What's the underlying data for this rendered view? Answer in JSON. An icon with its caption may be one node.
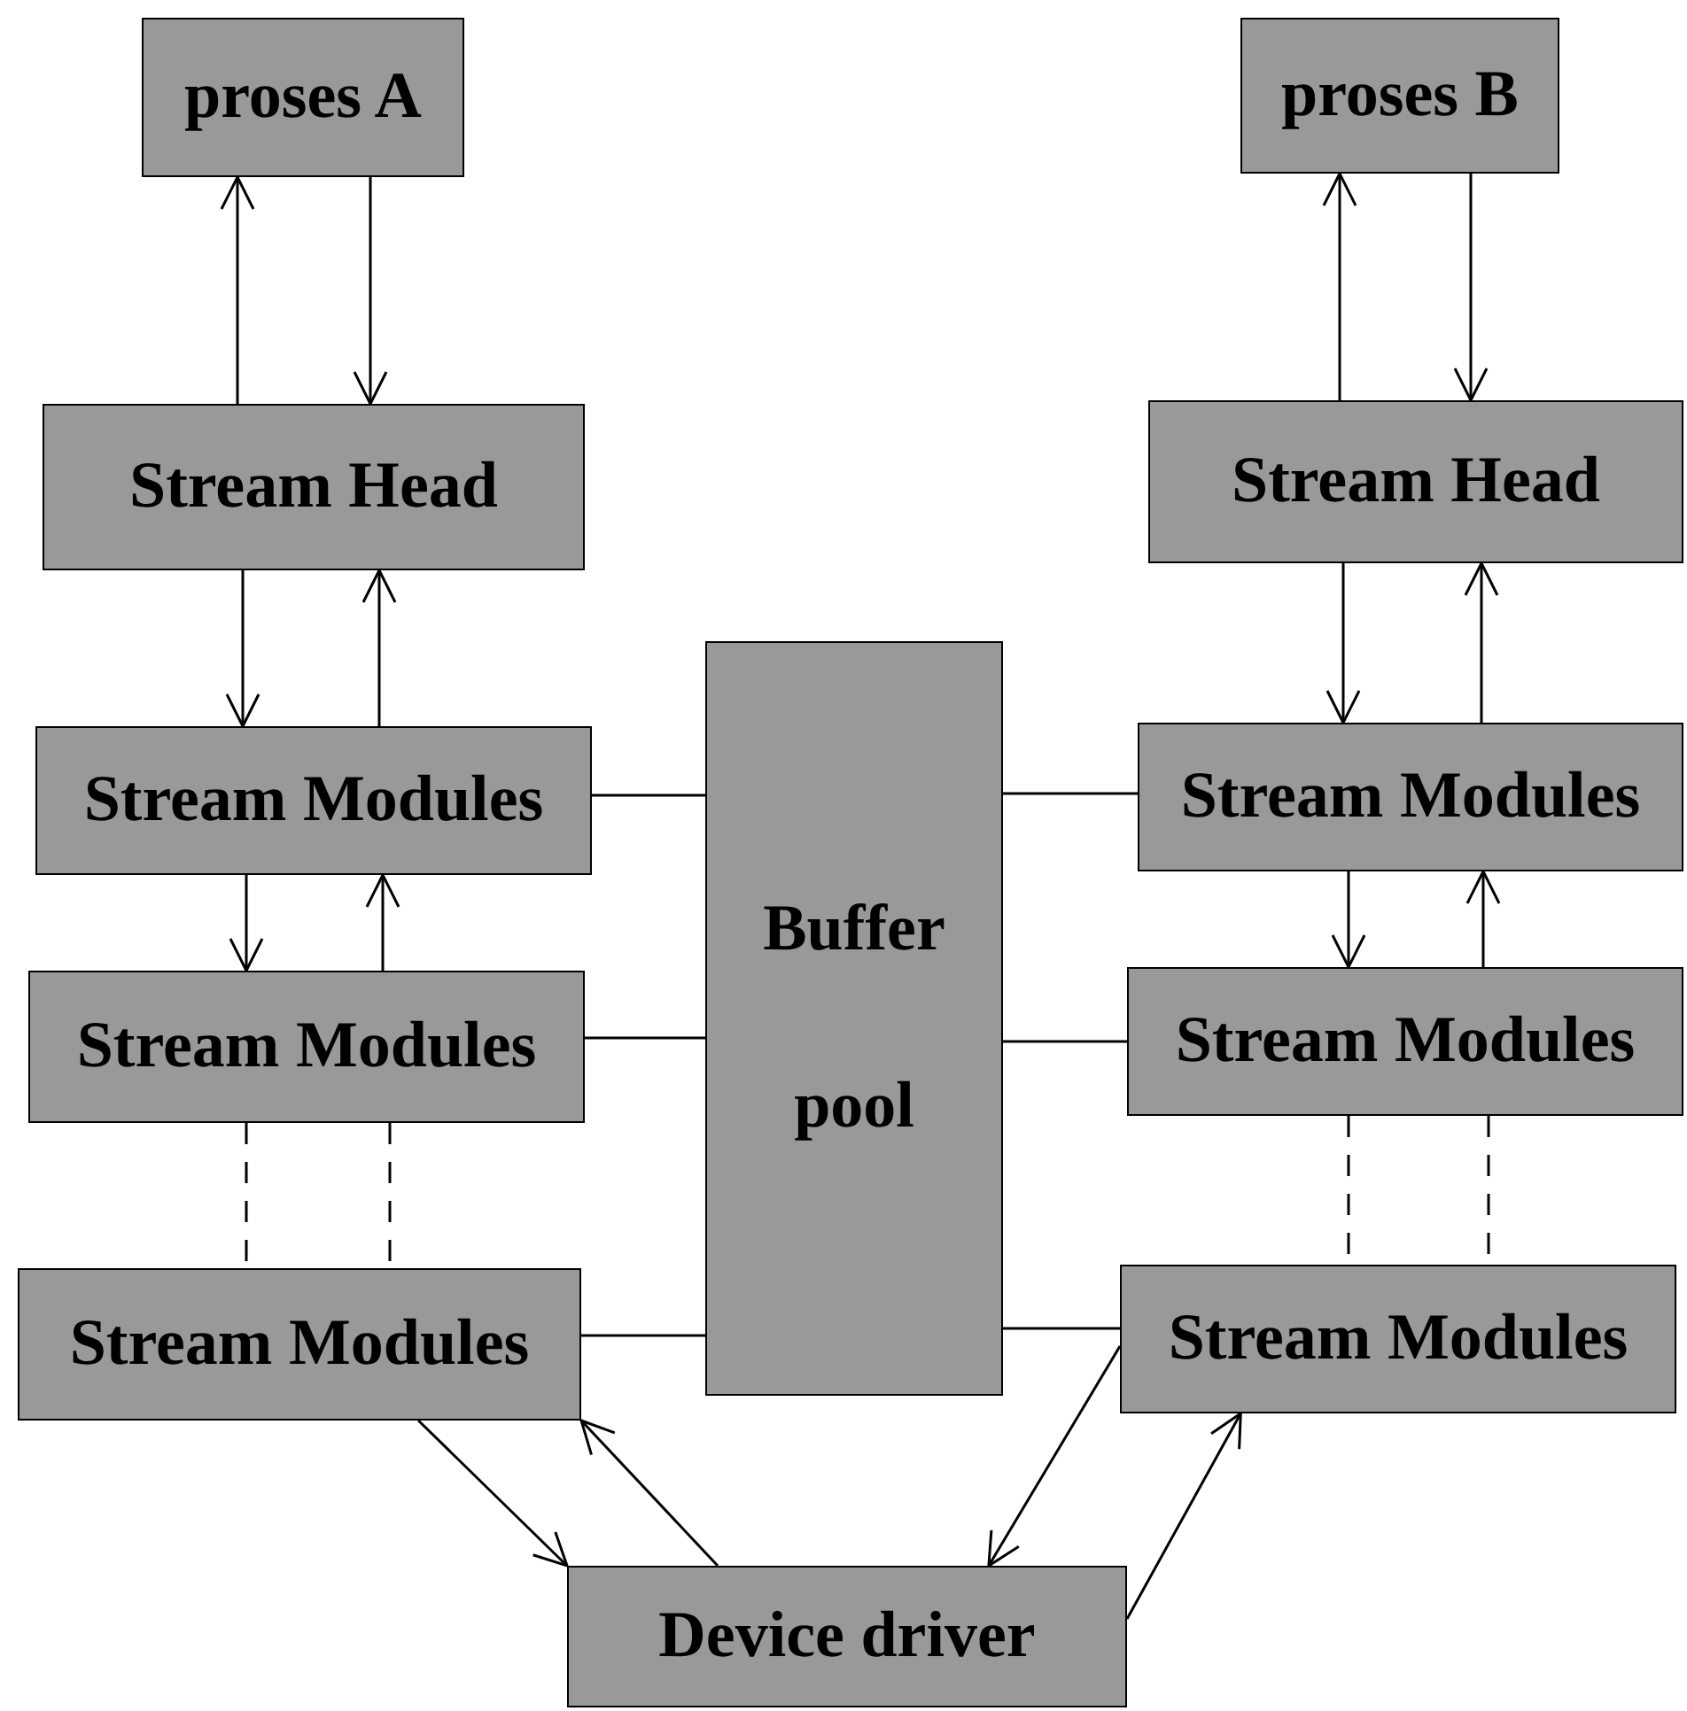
{
  "diagram": {
    "nodes": [
      {
        "text": [
          "proses A"
        ]
      },
      {
        "text": [
          "proses B"
        ]
      },
      {
        "text": [
          "Stream Head"
        ]
      },
      {
        "text": [
          "Stream Head"
        ]
      },
      {
        "text": [
          "Stream Modules"
        ]
      },
      {
        "text": [
          "Buffer pool"
        ]
      },
      {
        "text": [
          "Stream Modules"
        ]
      },
      {
        "text": [
          "Stream Modules"
        ]
      },
      {
        "text": [
          "Stream Modules"
        ]
      },
      {
        "text": [
          "Stream Modules"
        ]
      },
      {
        "text": [
          "Stream Modules"
        ]
      },
      {
        "text": [
          "Device driver"
        ]
      }
    ],
    "edges": [
      {
        "from": 2,
        "to": 0,
        "arrow": "to"
      },
      {
        "from": 0,
        "to": 2,
        "arrow": "to"
      },
      {
        "from": 3,
        "to": 1,
        "arrow": "to"
      },
      {
        "from": 1,
        "to": 3,
        "arrow": "to"
      },
      {
        "from": 2,
        "to": 4,
        "arrow": "to"
      },
      {
        "from": 4,
        "to": 2,
        "arrow": "to"
      },
      {
        "from": 3,
        "to": 6,
        "arrow": "to"
      },
      {
        "from": 6,
        "to": 3,
        "arrow": "to"
      },
      {
        "from": 4,
        "to": 7,
        "arrow": "to"
      },
      {
        "from": 7,
        "to": 4,
        "arrow": "to"
      },
      {
        "from": 6,
        "to": 8,
        "arrow": "to"
      },
      {
        "from": 8,
        "to": 6,
        "arrow": "to"
      },
      {
        "from": 7,
        "to": 9,
        "arrow": "none",
        "style": "dashed"
      },
      {
        "from": 7,
        "to": 9,
        "arrow": "none",
        "style": "dashed"
      },
      {
        "from": 8,
        "to": 10,
        "arrow": "none",
        "style": "dashed"
      },
      {
        "from": 8,
        "to": 10,
        "arrow": "none",
        "style": "dashed"
      },
      {
        "from": 4,
        "to": 5,
        "arrow": "none"
      },
      {
        "from": 7,
        "to": 5,
        "arrow": "none"
      },
      {
        "from": 9,
        "to": 5,
        "arrow": "none"
      },
      {
        "from": 6,
        "to": 5,
        "arrow": "none"
      },
      {
        "from": 8,
        "to": 5,
        "arrow": "none"
      },
      {
        "from": 10,
        "to": 5,
        "arrow": "none"
      },
      {
        "from": 9,
        "to": 11,
        "arrow": "to"
      },
      {
        "from": 11,
        "to": 9,
        "arrow": "to"
      },
      {
        "from": 10,
        "to": 11,
        "arrow": "to"
      },
      {
        "from": 11,
        "to": 10,
        "arrow": "to"
      }
    ]
  }
}
